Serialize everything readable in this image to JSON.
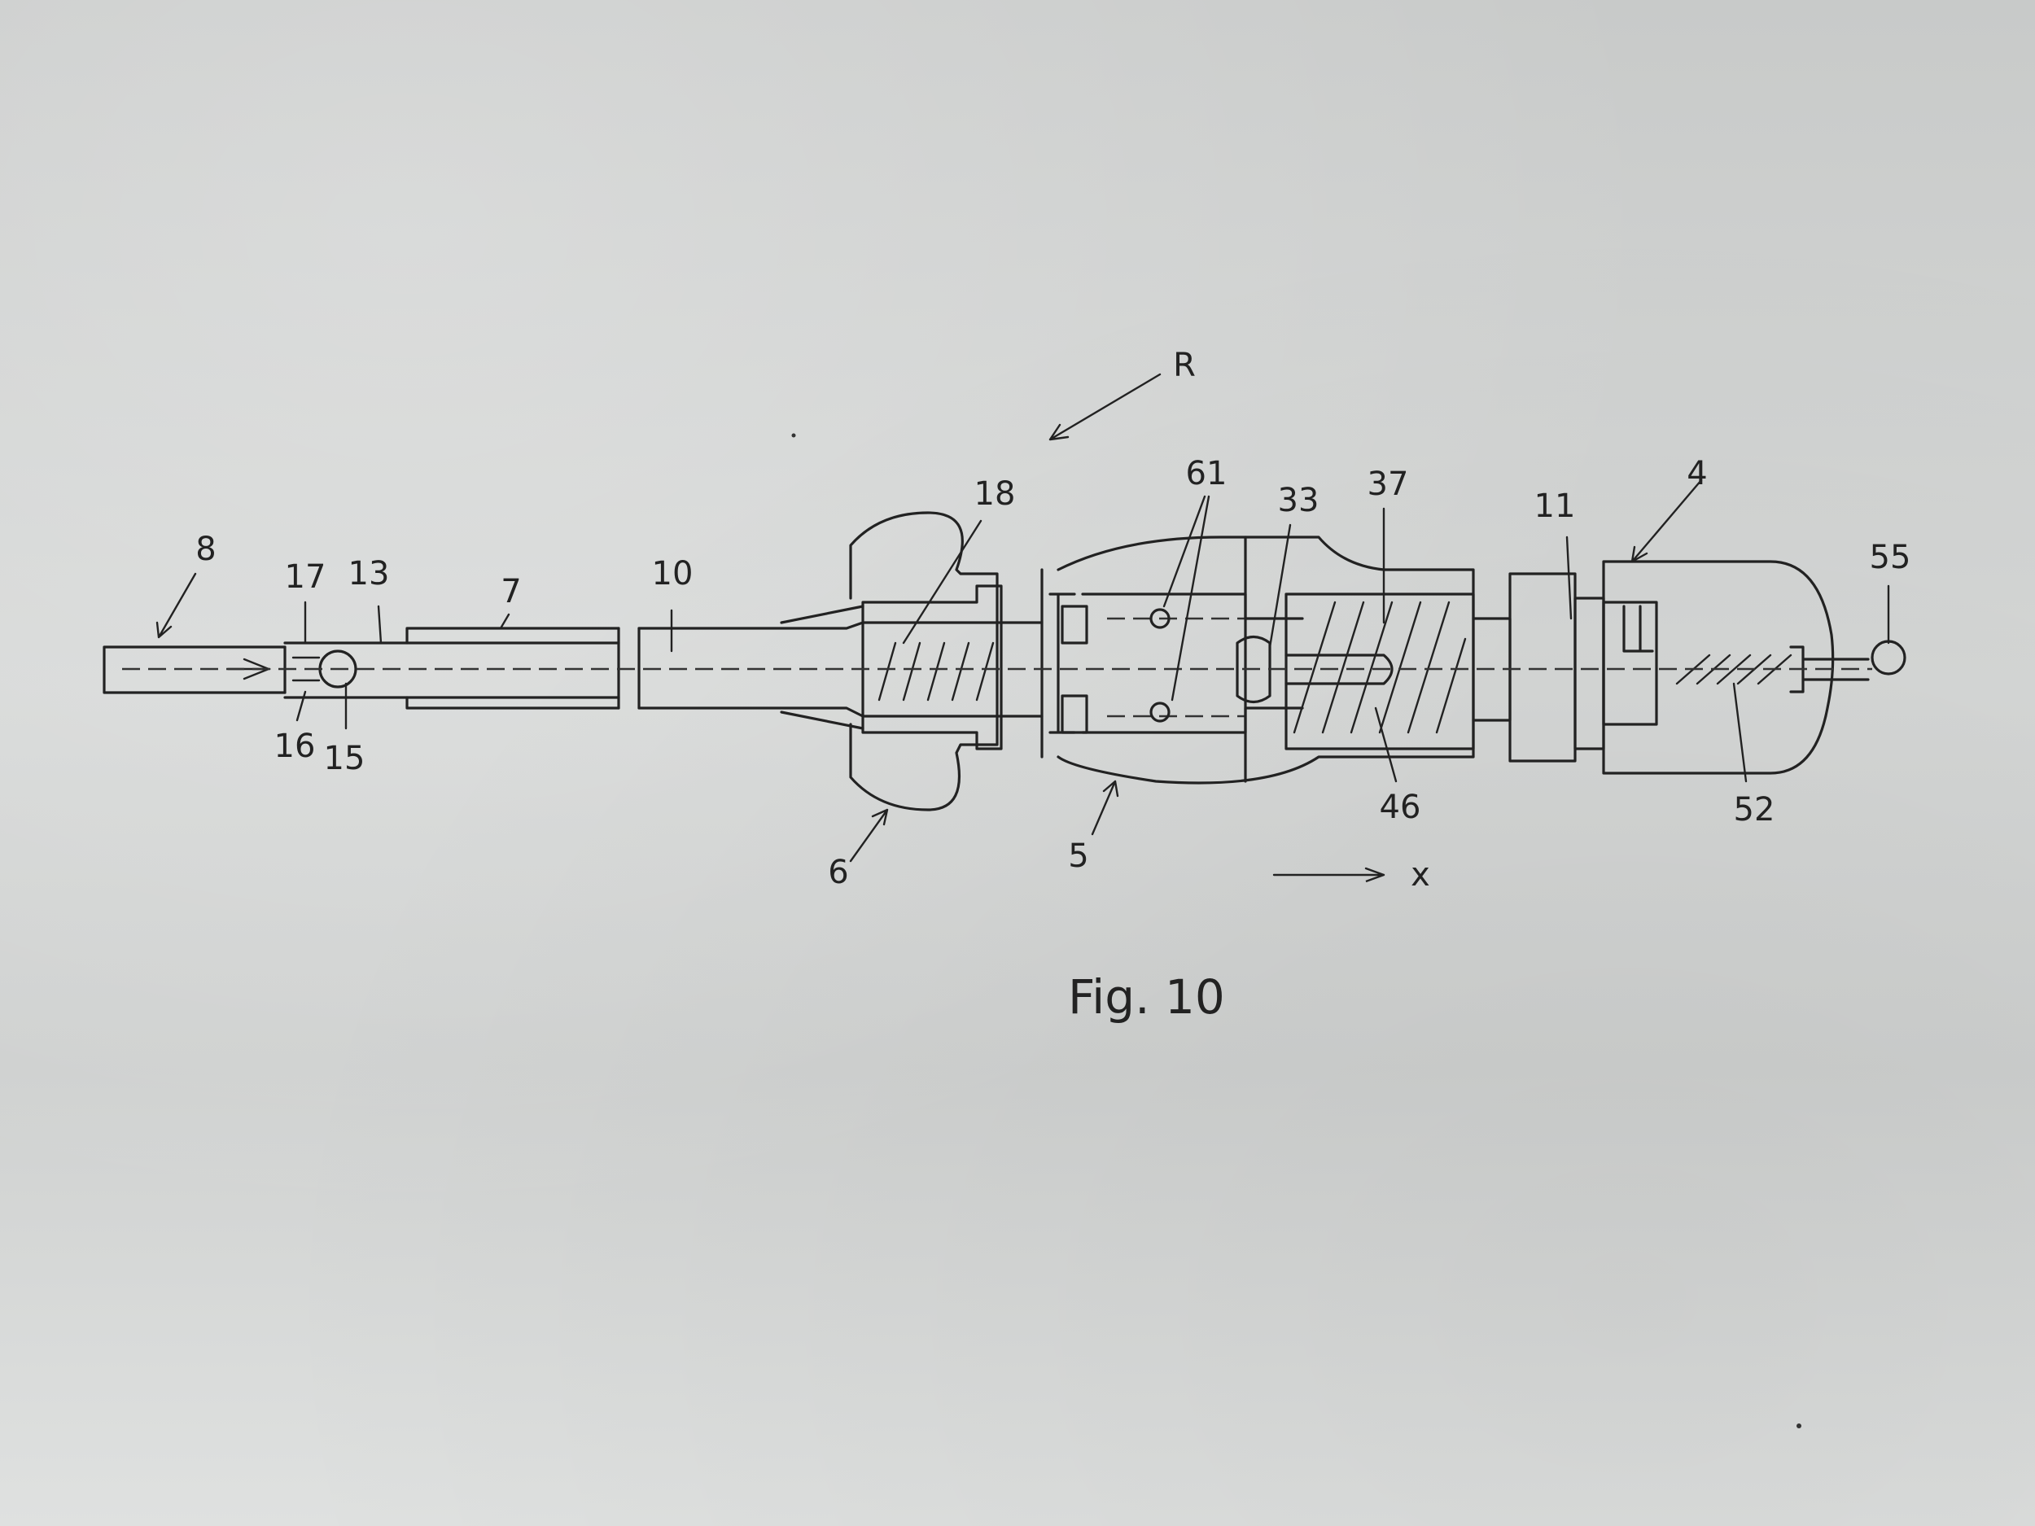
{
  "figure": {
    "caption": "Fig. 10",
    "direction_label": "x",
    "labels": {
      "R": "R",
      "l8": "8",
      "l17": "17",
      "l13": "13",
      "l7": "7",
      "l10": "10",
      "l18": "18",
      "l61": "61",
      "l33": "33",
      "l37": "37",
      "l11": "11",
      "l4": "4",
      "l55": "55",
      "l16": "16",
      "l15": "15",
      "l6": "6",
      "l5": "5",
      "l46": "46",
      "l52": "52"
    }
  }
}
